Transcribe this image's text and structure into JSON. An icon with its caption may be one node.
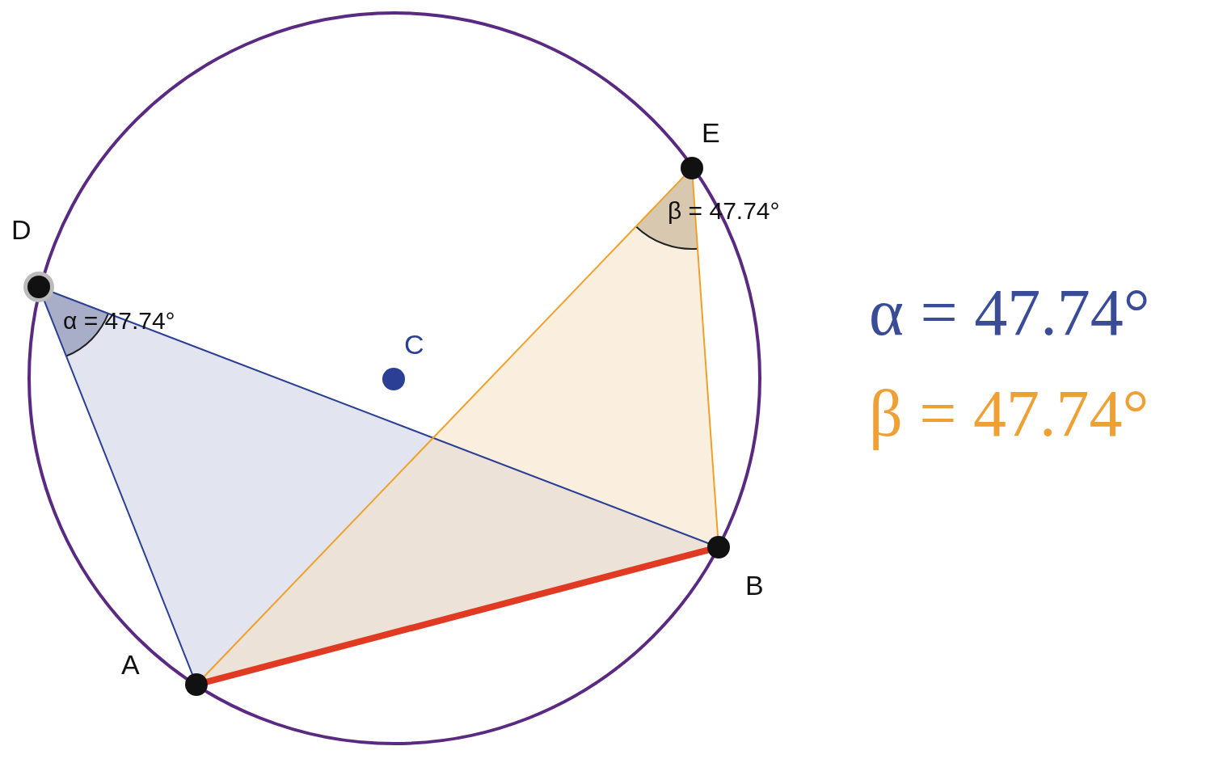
{
  "diagram": {
    "nodes": [
      {
        "text": [
          "D"
        ]
      },
      {
        "text": [
          "E"
        ]
      },
      {
        "text": [
          "C"
        ]
      },
      {
        "text": [
          "B"
        ]
      },
      {
        "text": [
          "A"
        ]
      }
    ],
    "edges": [
      {
        "from": 0,
        "to": 4,
        "arrow": "none",
        "color": "#2b3f94"
      },
      {
        "from": 0,
        "to": 3,
        "arrow": "none",
        "color": "#2b3f94"
      },
      {
        "from": 1,
        "to": 4,
        "arrow": "none",
        "color": "#f0a028"
      },
      {
        "from": 1,
        "to": 3,
        "arrow": "none",
        "color": "#f0a028"
      },
      {
        "from": 4,
        "to": 3,
        "arrow": "none",
        "style": "thick",
        "color": "#e03a22"
      }
    ],
    "labels": [
      "β = 47.74°",
      "α = 47.74°",
      "α = 47.74°",
      "β = 47.74°"
    ]
  }
}
